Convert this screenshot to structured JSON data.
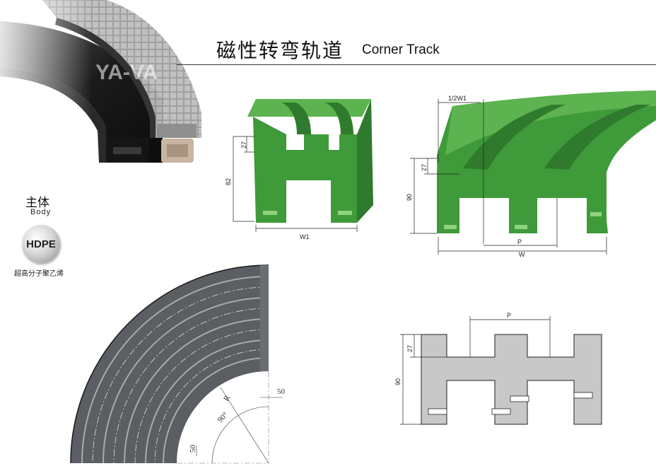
{
  "header": {
    "title_cn": "磁性转弯轨道",
    "title_en": "Corner Track",
    "watermark": "YA-VA"
  },
  "material": {
    "label_cn": "主体",
    "label_en": "Body",
    "badge": "HDPE",
    "name_cn": "超高分子聚乙烯"
  },
  "drawing_single": {
    "dim_height": "82",
    "dim_groove": "27",
    "dim_width": "W1"
  },
  "drawing_double": {
    "dim_half_width": "1/2W1",
    "dim_groove": "27",
    "dim_height": "90",
    "dim_pitch": "P",
    "dim_width": "W"
  },
  "drawing_curve": {
    "dim_top_offset": "50",
    "dim_bottom_offset": "50",
    "dim_radius": "R",
    "dim_angle": "90°"
  },
  "drawing_section": {
    "dim_pitch": "P",
    "dim_groove": "27",
    "dim_height": "90"
  },
  "colors": {
    "track_green": "#3f9a3a",
    "track_green_dark": "#2f7a2c",
    "profile_gray": "#c8c8c8",
    "curve_gray": "#5b5e62"
  }
}
